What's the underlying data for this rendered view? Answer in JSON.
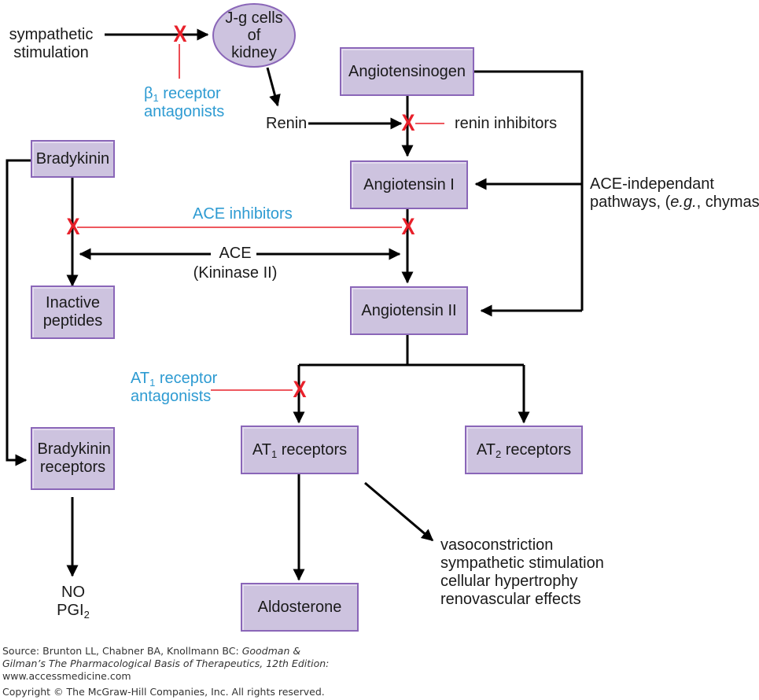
{
  "diagram": {
    "title": "Renin-angiotensin system and bradykinin pathway with drug inhibition sites",
    "nodes": {
      "jg_cells": "J-g cells of kidney",
      "angiotensinogen": "Angiotensinogen",
      "bradykinin": "Bradykinin",
      "angiotensin_i": "Angiotensin I",
      "inactive_peptides": "Inactive peptides",
      "angiotensin_ii": "Angiotensin II",
      "bradykinin_receptors": "Bradykinin receptors",
      "at1_receptors_prefix": "AT",
      "at1_receptors_sub": "1",
      "at1_receptors_suffix": " receptors",
      "at2_receptors_prefix": "AT",
      "at2_receptors_sub": "2",
      "at2_receptors_suffix": " receptors",
      "aldosterone": "Aldosterone"
    },
    "labels": {
      "sympathetic_line1": "sympathetic",
      "sympathetic_line2": "stimulation",
      "renin": "Renin",
      "renin_inhibitors": "renin inhibitors",
      "ace_independent_line1": "ACE-independant",
      "ace_independent_line2_a": "pathways, (",
      "ace_independent_line2_eg": "e.g.",
      "ace_independent_line2_b": ", chymase)",
      "ace": "ACE",
      "kininase": "(Kininase II)",
      "no": "NO",
      "pgi_prefix": "PGI",
      "pgi_sub": "2",
      "effects": [
        "vasoconstriction",
        "sympathetic stimulation",
        "cellular hypertrophy",
        "renovascular effects"
      ]
    },
    "drugs": {
      "beta1_prefix": "β",
      "beta1_sub": "1",
      "beta1_suffix": " receptor",
      "beta1_line2": "antagonists",
      "ace_inhibitors": "ACE inhibitors",
      "at1_prefix": "AT",
      "at1_sub": "1",
      "at1_suffix": " receptor",
      "at1_line2": "antagonists",
      "block_mark": "X"
    },
    "colors": {
      "box_fill": "#cdc3df",
      "box_border": "#8a66b8",
      "drug_label": "#2e9bd2",
      "inhibition": "#e8202a",
      "arrow": "#000000"
    }
  },
  "source": {
    "line1_a": "Source: Brunton LL, Chabner BA, Knollmann BC: ",
    "line1_b": "Goodman &",
    "line2": "Gilman’s The Pharmacological Basis of Therapeutics, 12th Edition:",
    "line3": "www.accessmedicine.com",
    "copyright": "Copyright © The McGraw-Hill Companies, Inc. All rights reserved."
  }
}
